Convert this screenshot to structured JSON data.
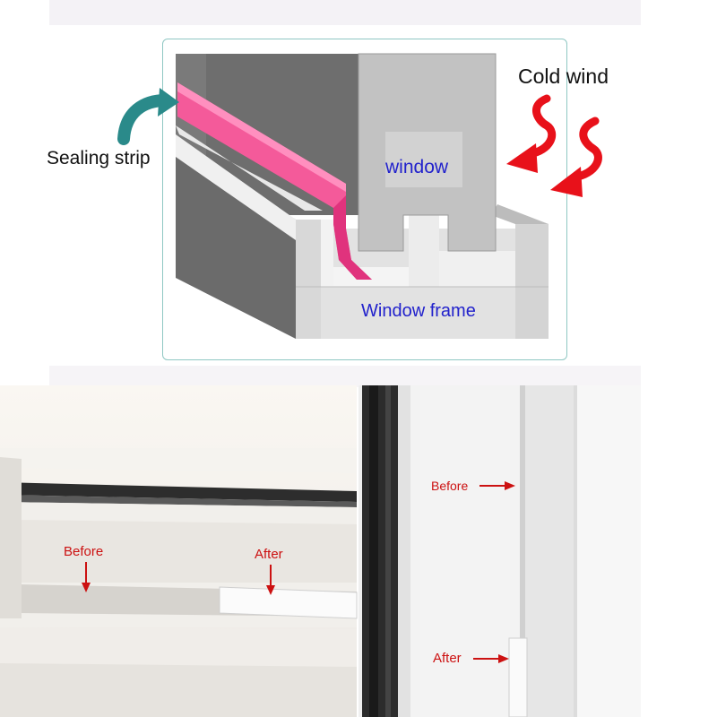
{
  "diagram": {
    "sealing_strip_label": "Sealing strip",
    "cold_wind_label": "Cold wind",
    "window_label": "window",
    "window_frame_label": "Window frame",
    "colors": {
      "sealing_strip": "#f45a9a",
      "frame": "#e4e4e4",
      "frame_shadow": "#6e6e6e",
      "window_panel": "#c2c2c2",
      "wind_arrow": "#e8111a",
      "teal_arrow": "#2a8a8a",
      "label_blue": "#2222cc"
    }
  },
  "photos": {
    "left": {
      "before_label": "Before",
      "after_label": "After",
      "annotation_color": "#cc1111"
    },
    "right": {
      "before_label": "Before",
      "after_label": "After",
      "annotation_color": "#cc1111"
    }
  }
}
